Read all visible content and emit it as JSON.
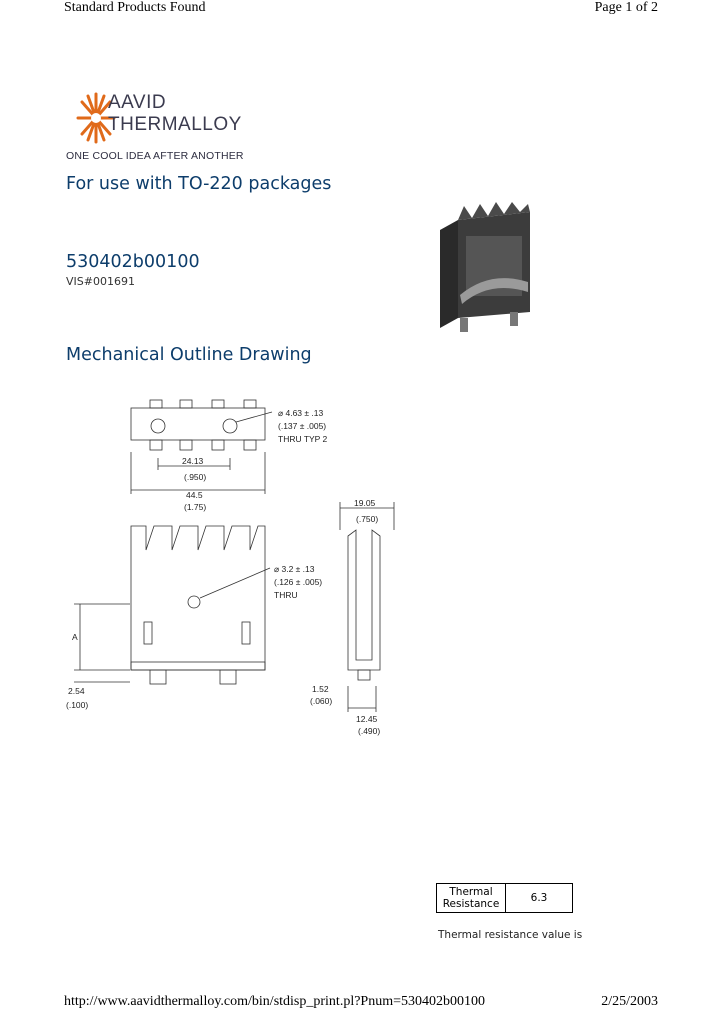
{
  "header": {
    "left": "Standard Products Found",
    "right": "Page 1 of 2"
  },
  "logo": {
    "line1": "AAVID",
    "line2": "THERMALLOY",
    "tagline": "ONE COOL IDEA AFTER ANOTHER",
    "color": "#e06a1a"
  },
  "title": "For use with TO-220 packages",
  "part_number": "530402b00100",
  "vis_number": "VIS#001691",
  "section_title": "Mechanical Outline Drawing",
  "drawing": {
    "hole_top_1": "⌀ 4.63 ± .13",
    "hole_top_2": "(.137 ± .005)",
    "hole_top_3": "THRU TYP 2",
    "dim_2413": "24.13",
    "dim_950": "(.950)",
    "dim_445": "44.5",
    "dim_175": "(1.75)",
    "dim_1905": "19.05",
    "dim_750": "(.750)",
    "hole_front_1": "⌀ 3.2 ± .13",
    "hole_front_2": "(.126 ± .005)",
    "hole_front_3": "THRU",
    "dim_a": "A",
    "dim_254": "2.54",
    "dim_100": "(.100)",
    "dim_152": "1.52",
    "dim_060": "(.060)",
    "dim_1245": "12.45",
    "dim_490": "(.490)"
  },
  "thermal": {
    "label_line1": "Thermal",
    "label_line2": "Resistance",
    "value": "6.3",
    "note": "Thermal resistance value is"
  },
  "footer": {
    "left": "http://www.aavidthermalloy.com/bin/stdisp_print.pl?Pnum=530402b00100",
    "right": "2/25/2003"
  }
}
